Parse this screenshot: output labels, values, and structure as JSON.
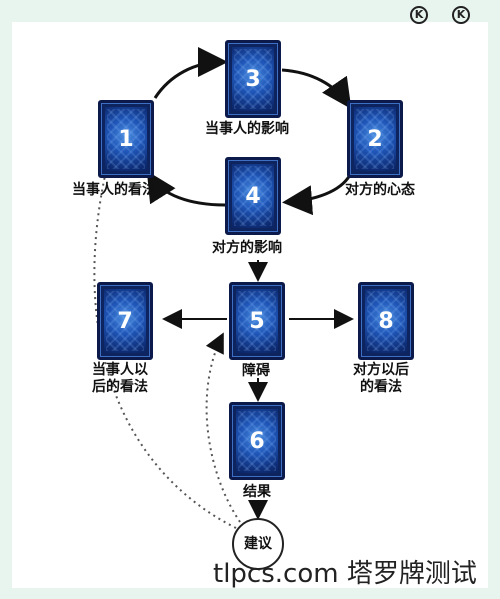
{
  "cards": [
    {
      "id": "1",
      "label": "当事人的看法"
    },
    {
      "id": "2",
      "label": "对方的心态"
    },
    {
      "id": "3",
      "label": "当事人的影响"
    },
    {
      "id": "4",
      "label": "对方的影响"
    },
    {
      "id": "5",
      "label": "障碍"
    },
    {
      "id": "6",
      "label": "结果"
    },
    {
      "id": "7",
      "label": "当事人以\n后的看法"
    },
    {
      "id": "8",
      "label": "对方以后\n的看法"
    }
  ],
  "advice": "建议",
  "watermark": "tlpcs.com 塔罗牌测试",
  "colors": {
    "card_dark": "#0b1a4a",
    "card_mid": "#1f56b8",
    "card_light": "#4d8fe0",
    "background": "#e8f4ee"
  }
}
